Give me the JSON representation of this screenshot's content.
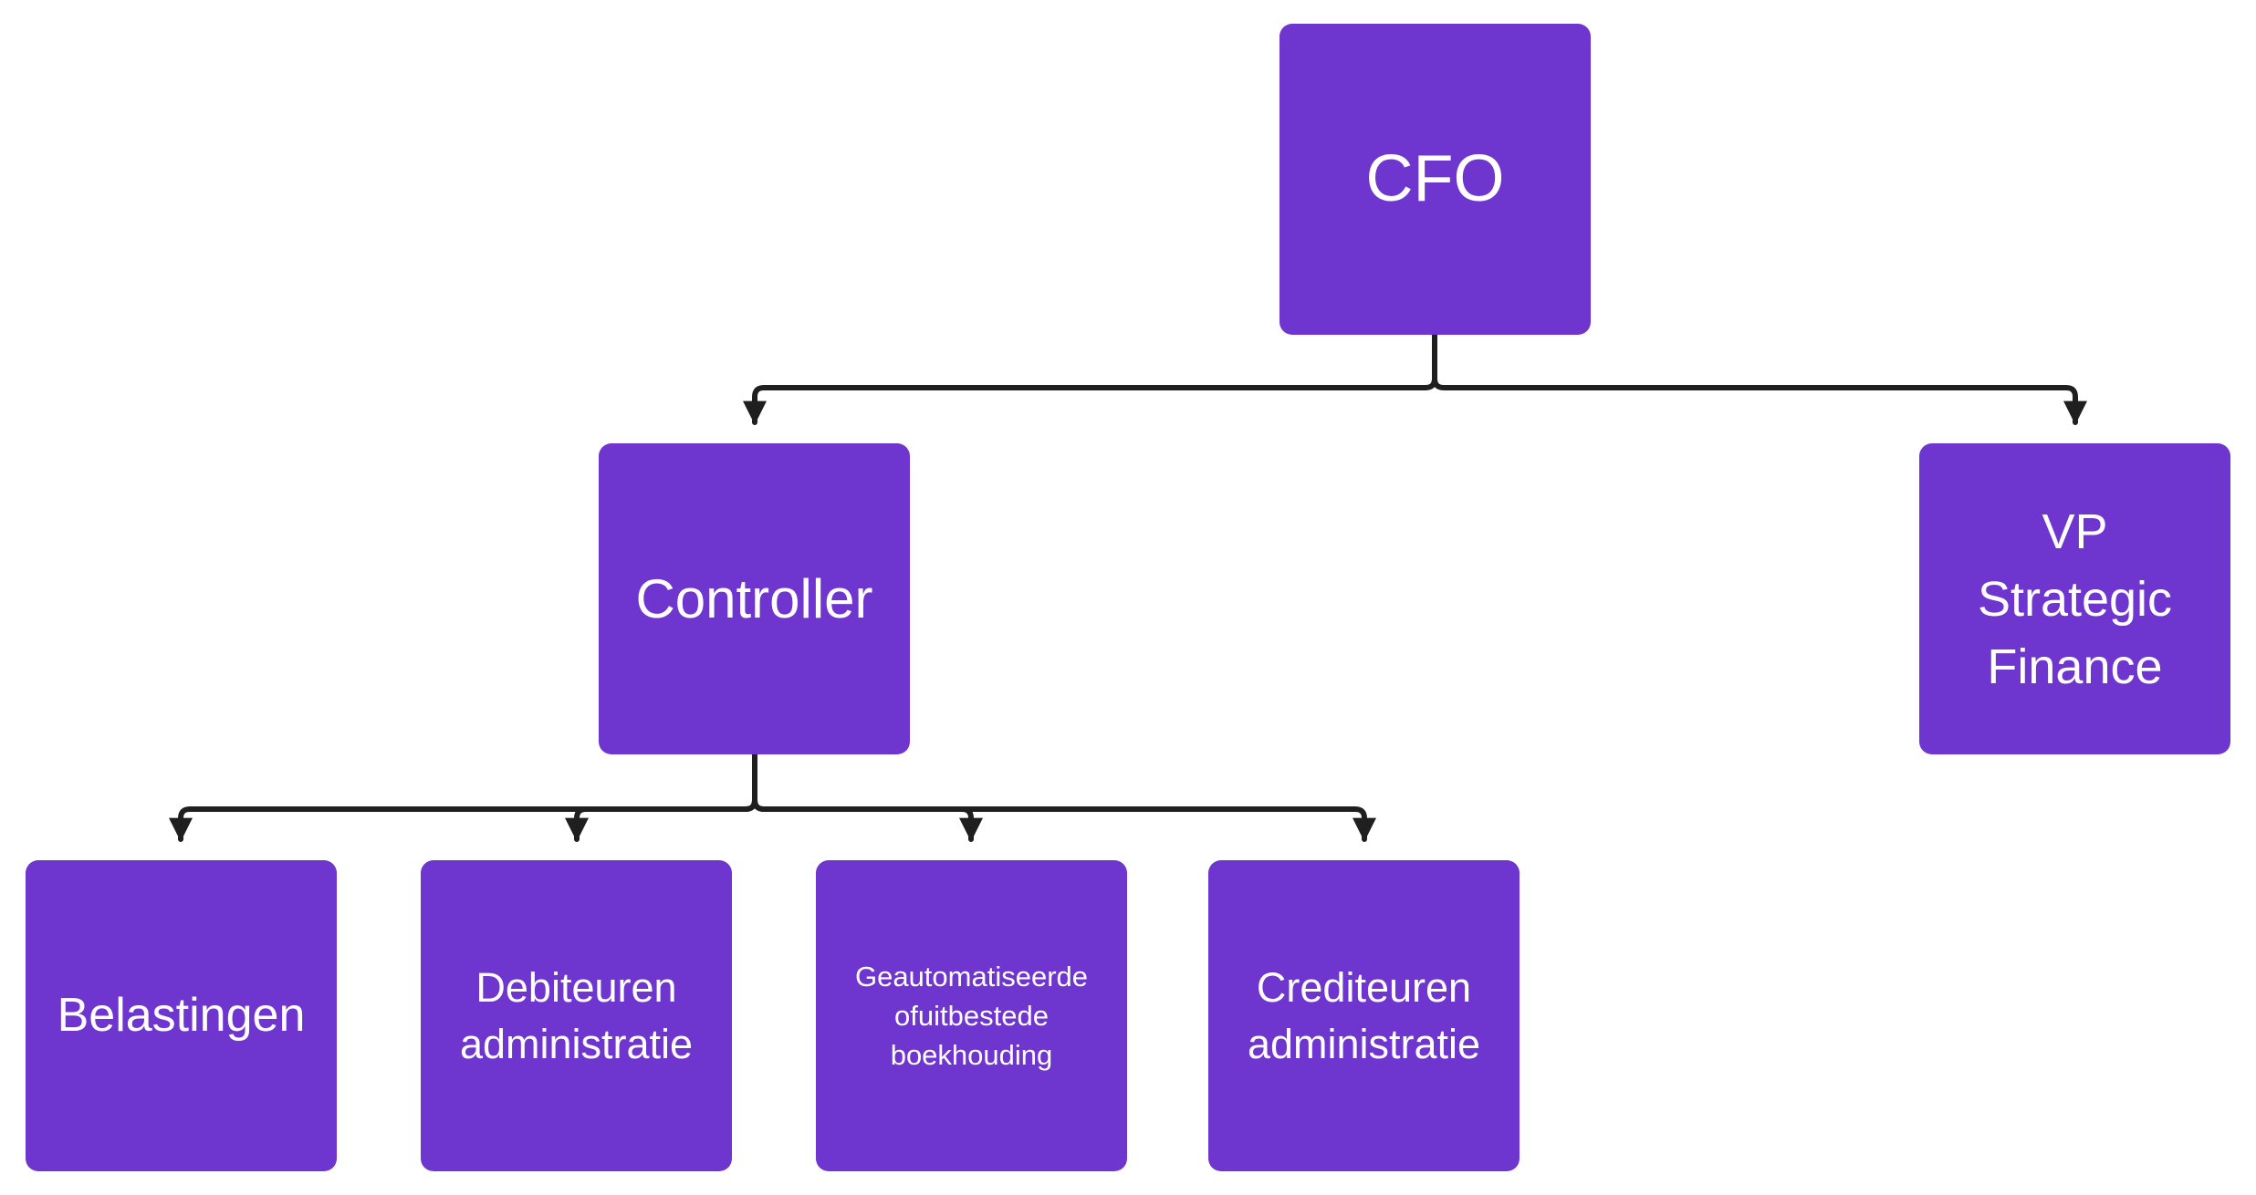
{
  "colors": {
    "node_fill": "#6f35cf",
    "node_text": "#ffffff",
    "connector": "#1f1f1f",
    "background": "#ffffff"
  },
  "nodes": {
    "cfo": {
      "label": "CFO"
    },
    "controller": {
      "label": "Controller"
    },
    "vp_strategic_finance": {
      "label": "VP\nStrategic\nFinance"
    },
    "belastingen": {
      "label": "Belastingen"
    },
    "debiteuren": {
      "label": "Debiteuren\nadministratie"
    },
    "geautomatiseerde": {
      "label": "Geautomatiseerde\nofuitbestede\nboekhouding"
    },
    "crediteuren": {
      "label": "Crediteuren\nadministratie"
    }
  },
  "edges": [
    {
      "from": "CFO",
      "to": "Controller"
    },
    {
      "from": "CFO",
      "to": "VP Strategic Finance"
    },
    {
      "from": "Controller",
      "to": "Belastingen"
    },
    {
      "from": "Controller",
      "to": "Debiteuren administratie"
    },
    {
      "from": "Controller",
      "to": "Geautomatiseerde ofuitbestede boekhouding"
    },
    {
      "from": "Controller",
      "to": "Crediteuren administratie"
    }
  ]
}
